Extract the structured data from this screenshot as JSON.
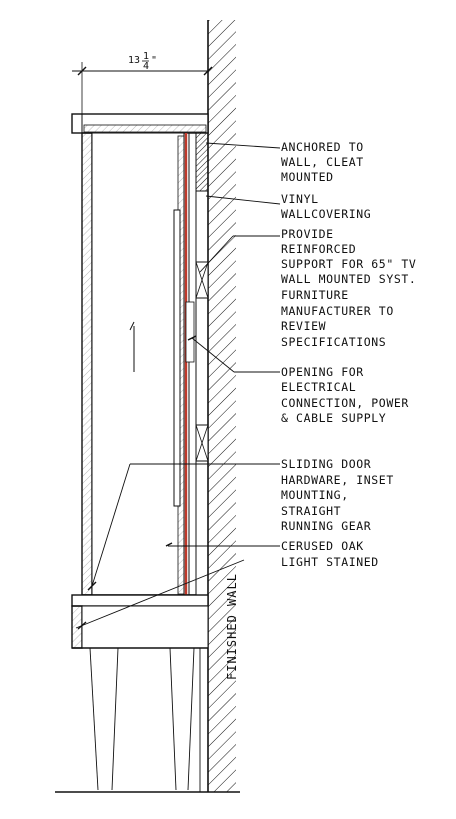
{
  "dimension": {
    "whole": "13",
    "fraction_num": "1",
    "fraction_den": "4",
    "unit": "\""
  },
  "wall_label": "FINISHED WALL",
  "annotations": [
    {
      "id": "anchored",
      "lines": [
        "ANCHORED TO",
        "WALL, CLEAT",
        "MOUNTED"
      ]
    },
    {
      "id": "vinyl",
      "lines": [
        "VINYL",
        "WALLCOVERING"
      ]
    },
    {
      "id": "reinforced",
      "lines": [
        "PROVIDE",
        "REINFORCED",
        "SUPPORT FOR 65\" TV",
        "WALL MOUNTED SYST.",
        "FURNITURE",
        "MANUFACTURER TO",
        "REVIEW",
        "SPECIFICATIONS"
      ]
    },
    {
      "id": "opening",
      "lines": [
        "OPENING FOR",
        "ELECTRICAL",
        "CONNECTION, POWER",
        "& CABLE SUPPLY"
      ]
    },
    {
      "id": "sliding",
      "lines": [
        "SLIDING DOOR",
        "HARDWARE, INSET",
        "MOUNTING,",
        "STRAIGHT",
        "RUNNING GEAR"
      ]
    },
    {
      "id": "oak",
      "lines": [
        "CERUSED OAK",
        "LIGHT STAINED"
      ]
    }
  ],
  "colors": {
    "line": "#111111",
    "vinyl": "#c0392b",
    "background": "#ffffff"
  }
}
